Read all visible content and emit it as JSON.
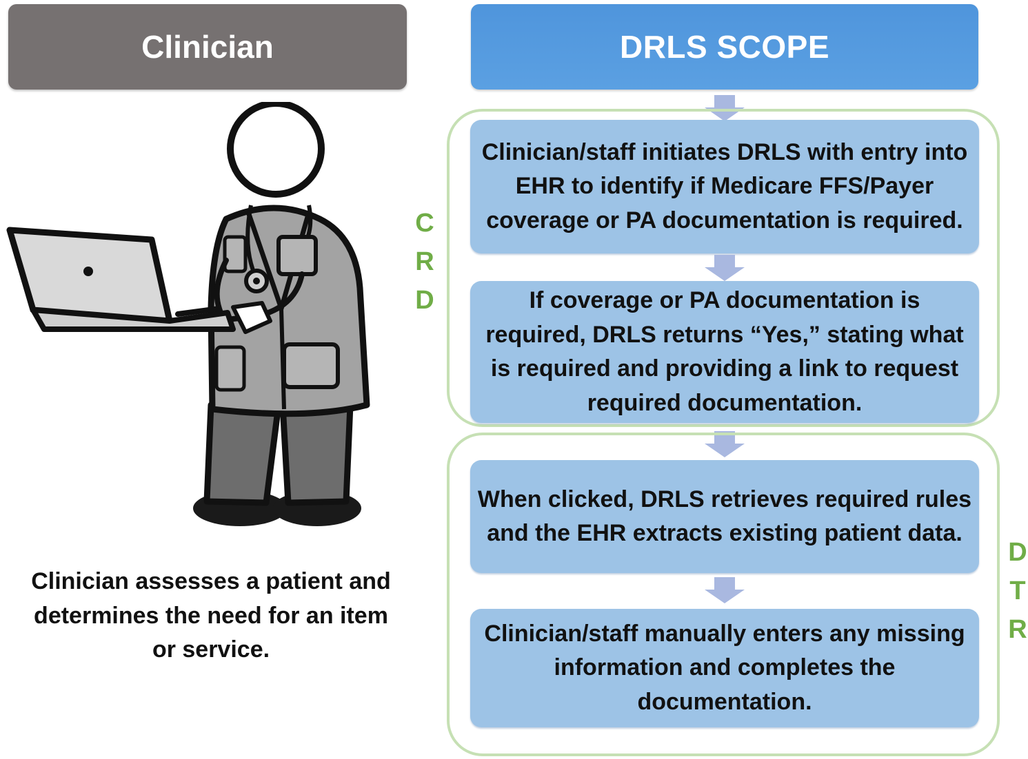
{
  "clinician_column": {
    "header": "Clinician",
    "caption": "Clinician assesses a patient and determines the need for an item or service."
  },
  "scope_column": {
    "header": "DRLS SCOPE",
    "groups": [
      {
        "letters": [
          "C",
          "R",
          "D"
        ],
        "steps": [
          "Clinician/staff initiates DRLS with entry into EHR to identify if Medicare FFS/Payer coverage or PA documentation is required.",
          "If coverage or PA documentation is required, DRLS returns “Yes,” stating what is required and providing a link to request required documentation."
        ]
      },
      {
        "letters": [
          "D",
          "T",
          "R"
        ],
        "steps": [
          "When clicked, DRLS retrieves required rules and the EHR extracts existing patient data.",
          "Clinician/staff manually enters any missing information and completes the documentation."
        ]
      }
    ]
  },
  "colors": {
    "clinician_header": "#767171",
    "scope_header": "#5b9bd5",
    "step_box": "#9dc3e6",
    "group_frame": "#c6e0b4",
    "group_letters": "#70ad47",
    "arrow": "#a9b8e0"
  },
  "icons": [
    "clinician-with-laptop-illustration",
    "down-arrow-icon"
  ]
}
